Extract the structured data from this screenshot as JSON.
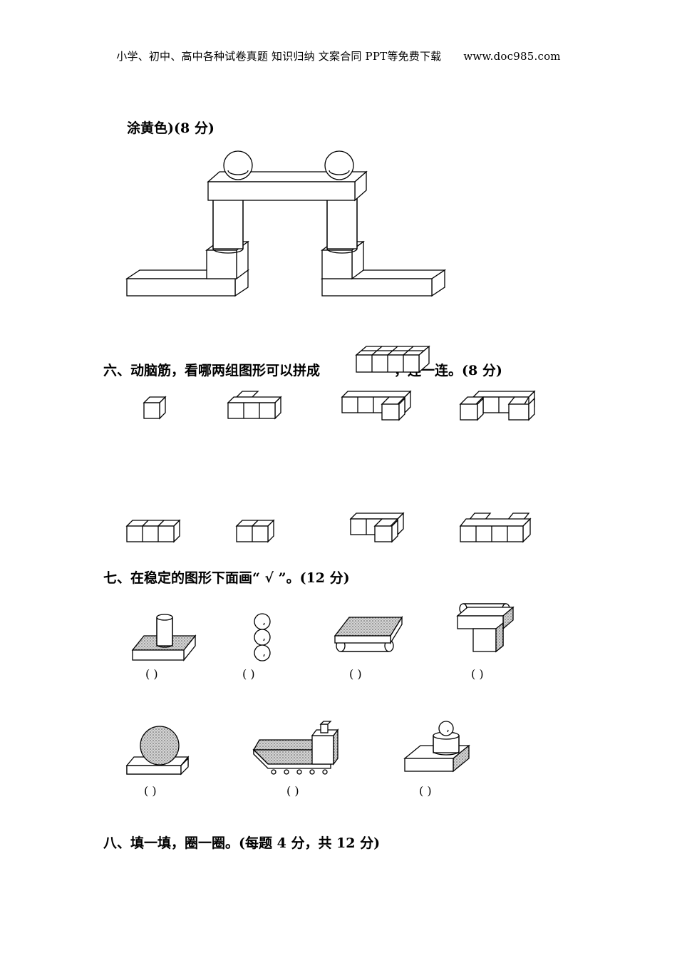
{
  "header": {
    "text": "小学、初中、高中各种试卷真题  知识归纳  文案合同  PPT等免费下载",
    "site": "www.doc985.com"
  },
  "q5": {
    "tail": "涂黄色)(8 分)"
  },
  "q6": {
    "before": "六、动脑筋，看哪两组图形可以拼成",
    "after": "，连一连。(8 分)"
  },
  "q7": {
    "title": "七、在稳定的图形下面画“ √ ”。(12 分)",
    "paren": "(        )"
  },
  "q8": {
    "title": "八、填一填，圈一圈。(每题 4 分，共 12 分)"
  },
  "colors": {
    "shade": "#9a9a9a"
  }
}
